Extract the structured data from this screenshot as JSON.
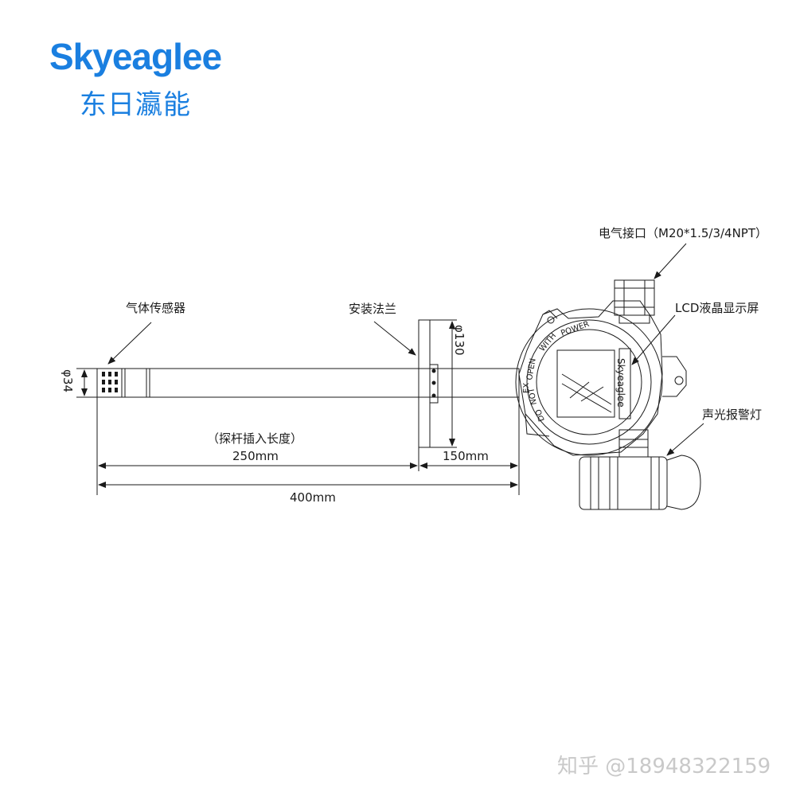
{
  "brand": {
    "name_en": "Skyeaglee",
    "name_cn": "东日瀛能",
    "color": "#1a7fe0"
  },
  "labels": {
    "gas_sensor": "气体传感器",
    "flange": "安装法兰",
    "electrical_port": "电气接口（M20*1.5/3/4NPT）",
    "lcd": "LCD液晶显示屏",
    "alarm_light": "声光报警灯"
  },
  "dimensions": {
    "probe_diameter": "φ34",
    "flange_diameter": "φ130",
    "insert_length_note": "（探杆插入长度）",
    "insert_length": "250mm",
    "housing_length": "150mm",
    "total_length": "400mm"
  },
  "housing": {
    "ring_text": [
      "WITH",
      "POWER",
      "OPEN",
      "DO",
      "NOT",
      "EX"
    ],
    "face_brand": "Skyeaglee"
  },
  "watermark": "知乎 @18948322159"
}
